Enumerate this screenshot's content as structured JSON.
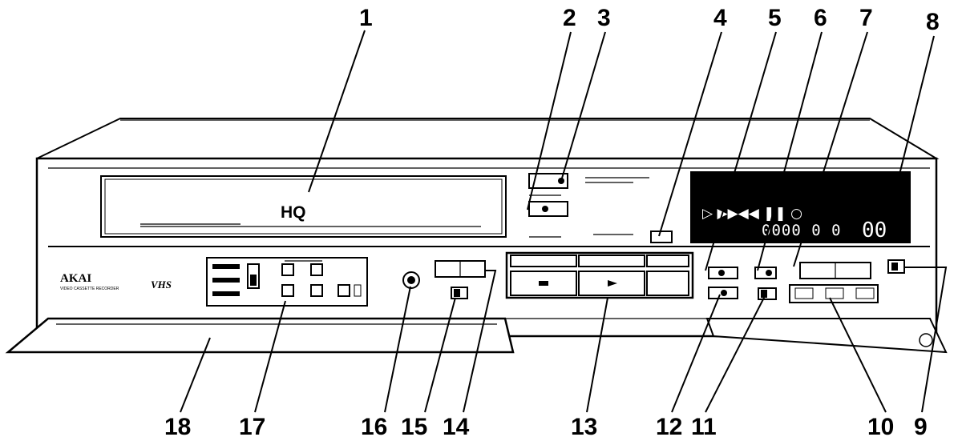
{
  "device": {
    "brand": "AKAI",
    "brand_subtitle": "VIDEO CASSETTE RECORDER",
    "vhs_logo": "VHS",
    "hq_logo": "HQ"
  },
  "callouts": [
    {
      "id": "1",
      "label": "1"
    },
    {
      "id": "2",
      "label": "2"
    },
    {
      "id": "3",
      "label": "3"
    },
    {
      "id": "4",
      "label": "4"
    },
    {
      "id": "5",
      "label": "5"
    },
    {
      "id": "6",
      "label": "6"
    },
    {
      "id": "7",
      "label": "7"
    },
    {
      "id": "8",
      "label": "8"
    },
    {
      "id": "9",
      "label": "9"
    },
    {
      "id": "10",
      "label": "10"
    },
    {
      "id": "11",
      "label": "11"
    },
    {
      "id": "12",
      "label": "12"
    },
    {
      "id": "13",
      "label": "13"
    },
    {
      "id": "14",
      "label": "14"
    },
    {
      "id": "15",
      "label": "15"
    },
    {
      "id": "16",
      "label": "16"
    },
    {
      "id": "17",
      "label": "17"
    },
    {
      "id": "18",
      "label": "18"
    }
  ],
  "display": {
    "icons": "▷ ▶▶◀◀ ❚❚ ○",
    "counter": "0000 0 0",
    "counter_big": "00"
  }
}
